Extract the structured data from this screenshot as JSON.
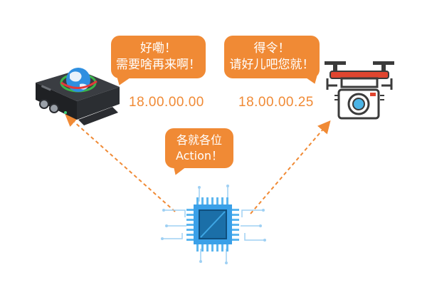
{
  "left_bubble": {
    "line1": "好嘞！",
    "line2": "需要啥再来啊！"
  },
  "right_bubble": {
    "line1": "得令！",
    "line2": "请好儿吧您就！"
  },
  "center_bubble": {
    "line1": "各就各位",
    "line2": "Action！"
  },
  "left_timestamp": "18.00.00.00",
  "right_timestamp": "18.00.00.25",
  "colors": {
    "accent": "#f08a35",
    "chip_blue": "#3aa0e8",
    "chip_core": "#1b6fa8",
    "camera_red": "#e0452f"
  },
  "icons": {
    "left_device": "network-encoder-device-icon",
    "right_device": "drone-camera-icon",
    "center": "processor-chip-icon"
  }
}
